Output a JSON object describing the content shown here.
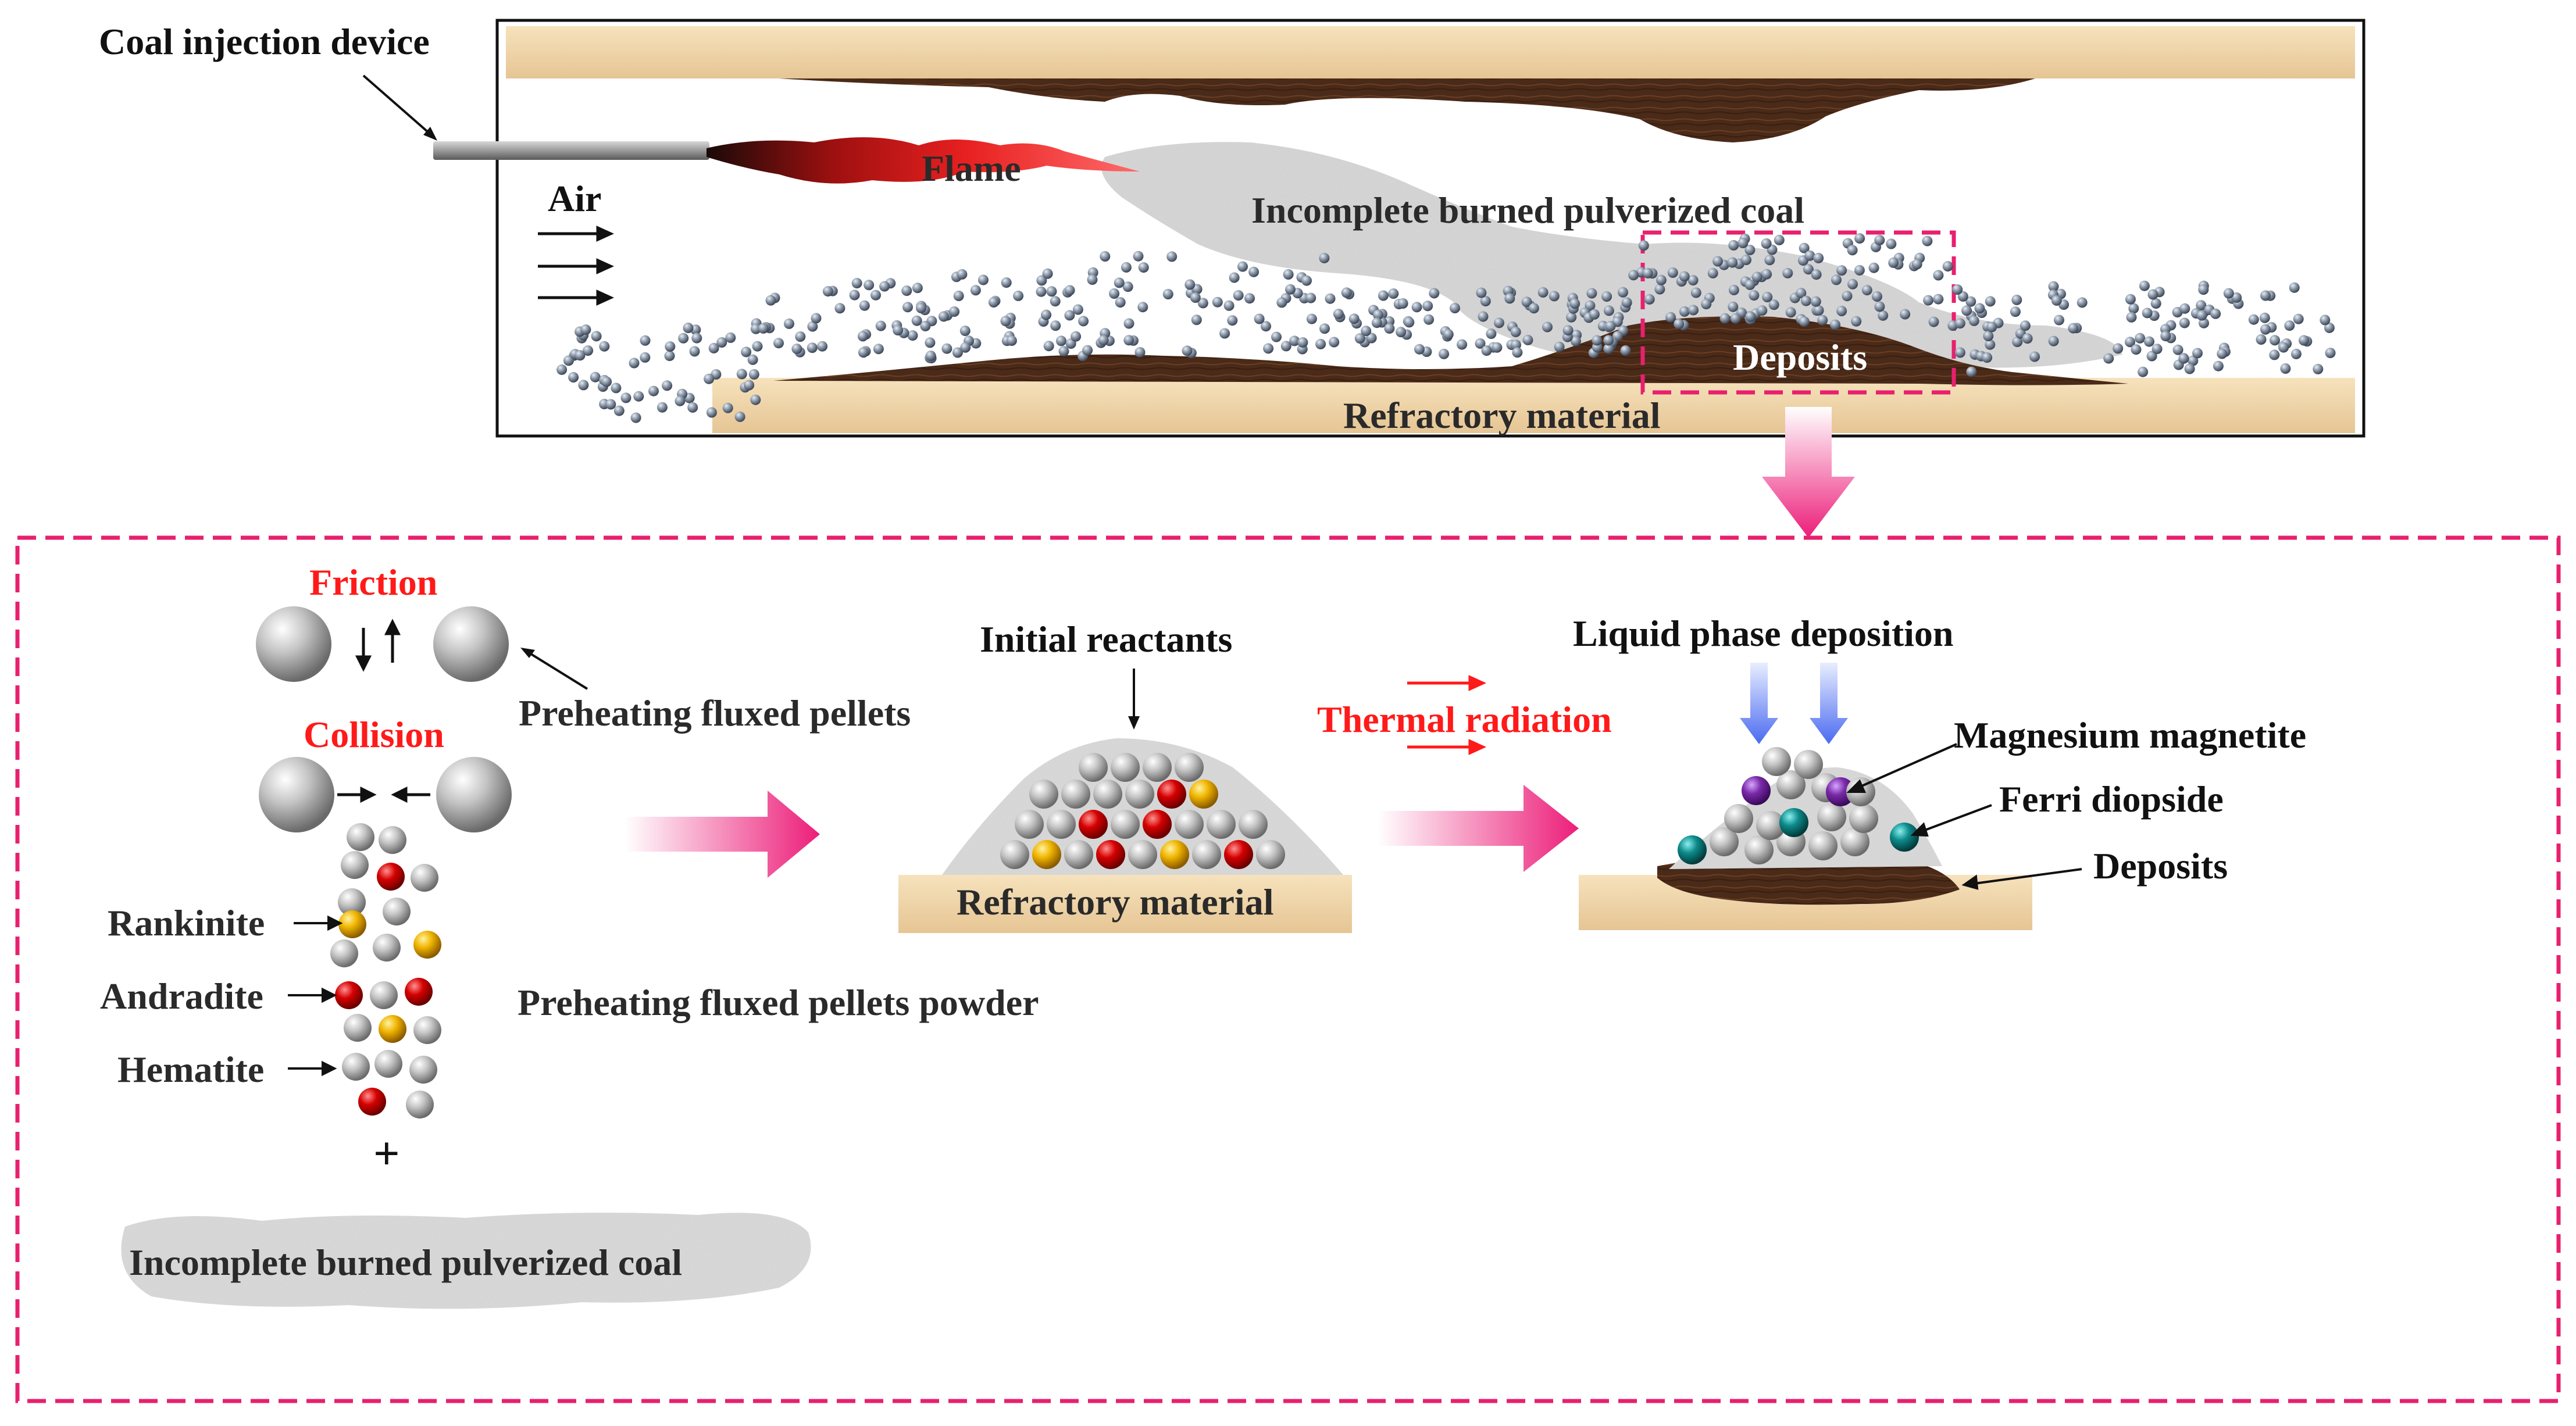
{
  "labels": {
    "coal_injection_device": "Coal injection device",
    "flame": "Flame",
    "air": "Air",
    "incomplete_coal_top": "Incomplete burned pulverized coal",
    "deposits_top": "Deposits",
    "refractory_top": "Refractory material",
    "friction": "Friction",
    "collision": "Collision",
    "preheating_pellets": "Preheating fluxed pellets",
    "rankinite": "Rankinite",
    "andradite": "Andradite",
    "hematite": "Hematite",
    "preheating_powder": "Preheating fluxed pellets powder",
    "plus": "+",
    "incomplete_coal_bottom": "Incomplete burned pulverized coal",
    "initial_reactants": "Initial reactants",
    "refractory_mid": "Refractory material",
    "thermal_radiation": "Thermal radiation",
    "liquid_phase": "Liquid phase deposition",
    "magnesium_magnetite": "Magnesium magnetite",
    "ferri_diopside": "Ferri diopside",
    "deposits_right": "Deposits"
  },
  "colors": {
    "highlight_pink": "#e8206e",
    "label_red": "#ff1a1a",
    "refractory_sand": "#f0d5a8",
    "deposit_brown": "#4a2a18",
    "particle_gray": "#8a96a6",
    "pellet_gray": "#b8b8b8",
    "andradite_red": "#d40000",
    "rankinite_yellow": "#f0b400",
    "magnesium_purple": "#7a2aa8",
    "diopside_teal": "#0d8a8a"
  },
  "icons": [
    "arrow-right-icon",
    "arrow-down-icon",
    "big-pink-arrow-icon",
    "flame-icon"
  ]
}
